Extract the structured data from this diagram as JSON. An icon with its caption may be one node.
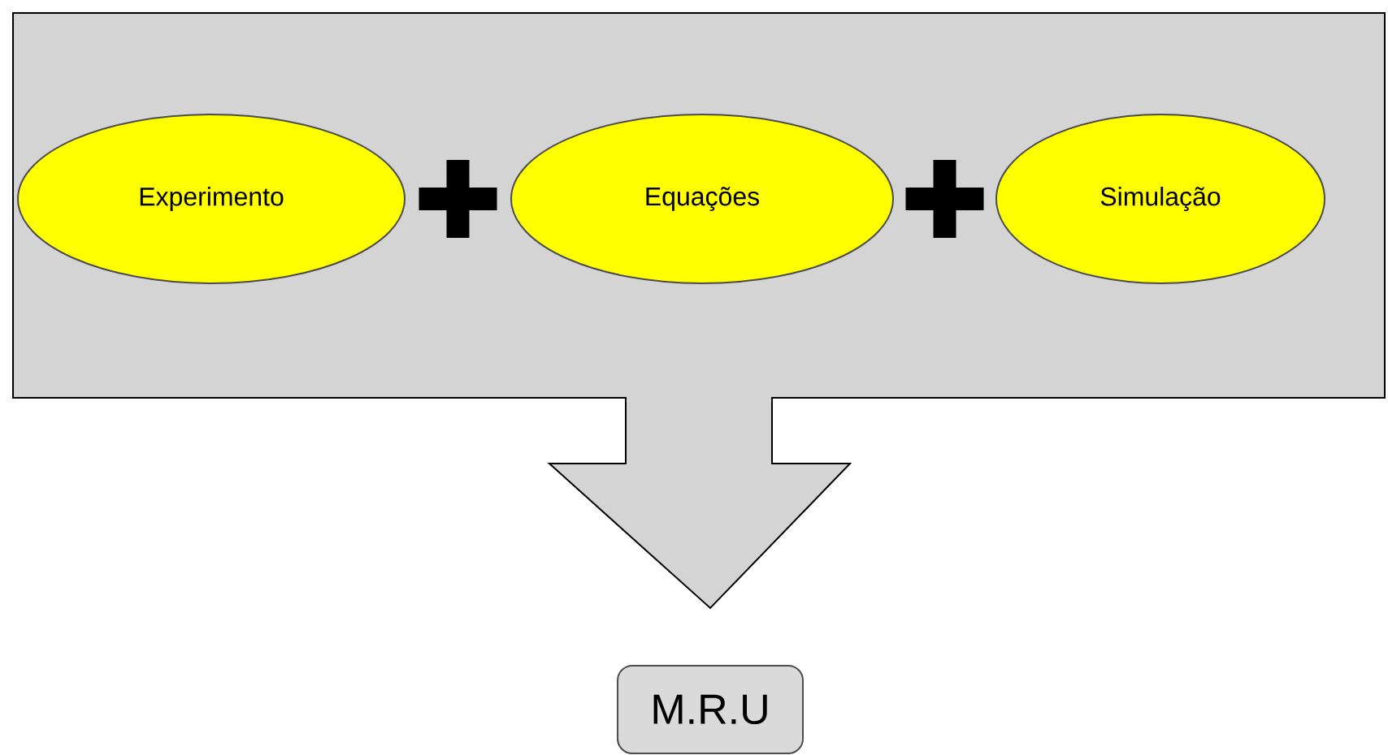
{
  "diagram": {
    "nodes": [
      {
        "text": [],
        "shape": "box"
      },
      {
        "text": [
          "Experimento"
        ],
        "in": 0
      },
      {
        "text": [
          "Equações"
        ],
        "in": 0
      },
      {
        "text": [
          "Simulação"
        ],
        "in": 0
      },
      {
        "text": [
          "M.R.U"
        ]
      }
    ],
    "edges": [
      {
        "from": 0,
        "to": 4,
        "arrow": "to"
      }
    ]
  }
}
